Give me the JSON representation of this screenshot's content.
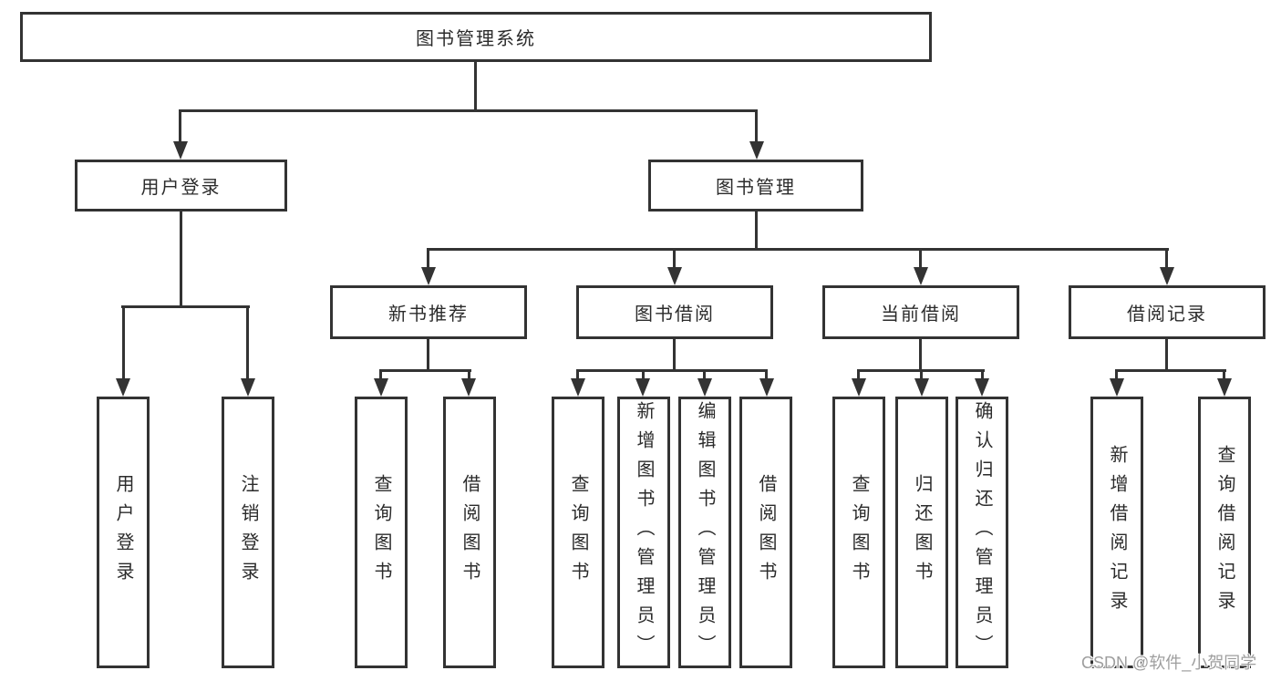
{
  "diagram": {
    "title": "图书管理系统",
    "level2": [
      "用户登录",
      "图书管理"
    ],
    "login_children": [
      "用户登录",
      "注销登录"
    ],
    "level3": [
      "新书推荐",
      "图书借阅",
      "当前借阅",
      "借阅记录"
    ],
    "recommend_children": [
      "查询图书",
      "借阅图书"
    ],
    "borrow_children": [
      "查询图书",
      "新增图书（管理员）",
      "编辑图书（管理员）",
      "借阅图书"
    ],
    "current_children": [
      "查询图书",
      "归还图书",
      "确认归还（管理员）"
    ],
    "record_children": [
      "新增借阅记录",
      "查询借阅记录"
    ]
  },
  "watermark": "CSDN @软件_小贺同学",
  "colors": {
    "line": "#333333",
    "text": "#2b2b2b",
    "background": "#ffffff",
    "watermark": "#9e9e9e"
  }
}
